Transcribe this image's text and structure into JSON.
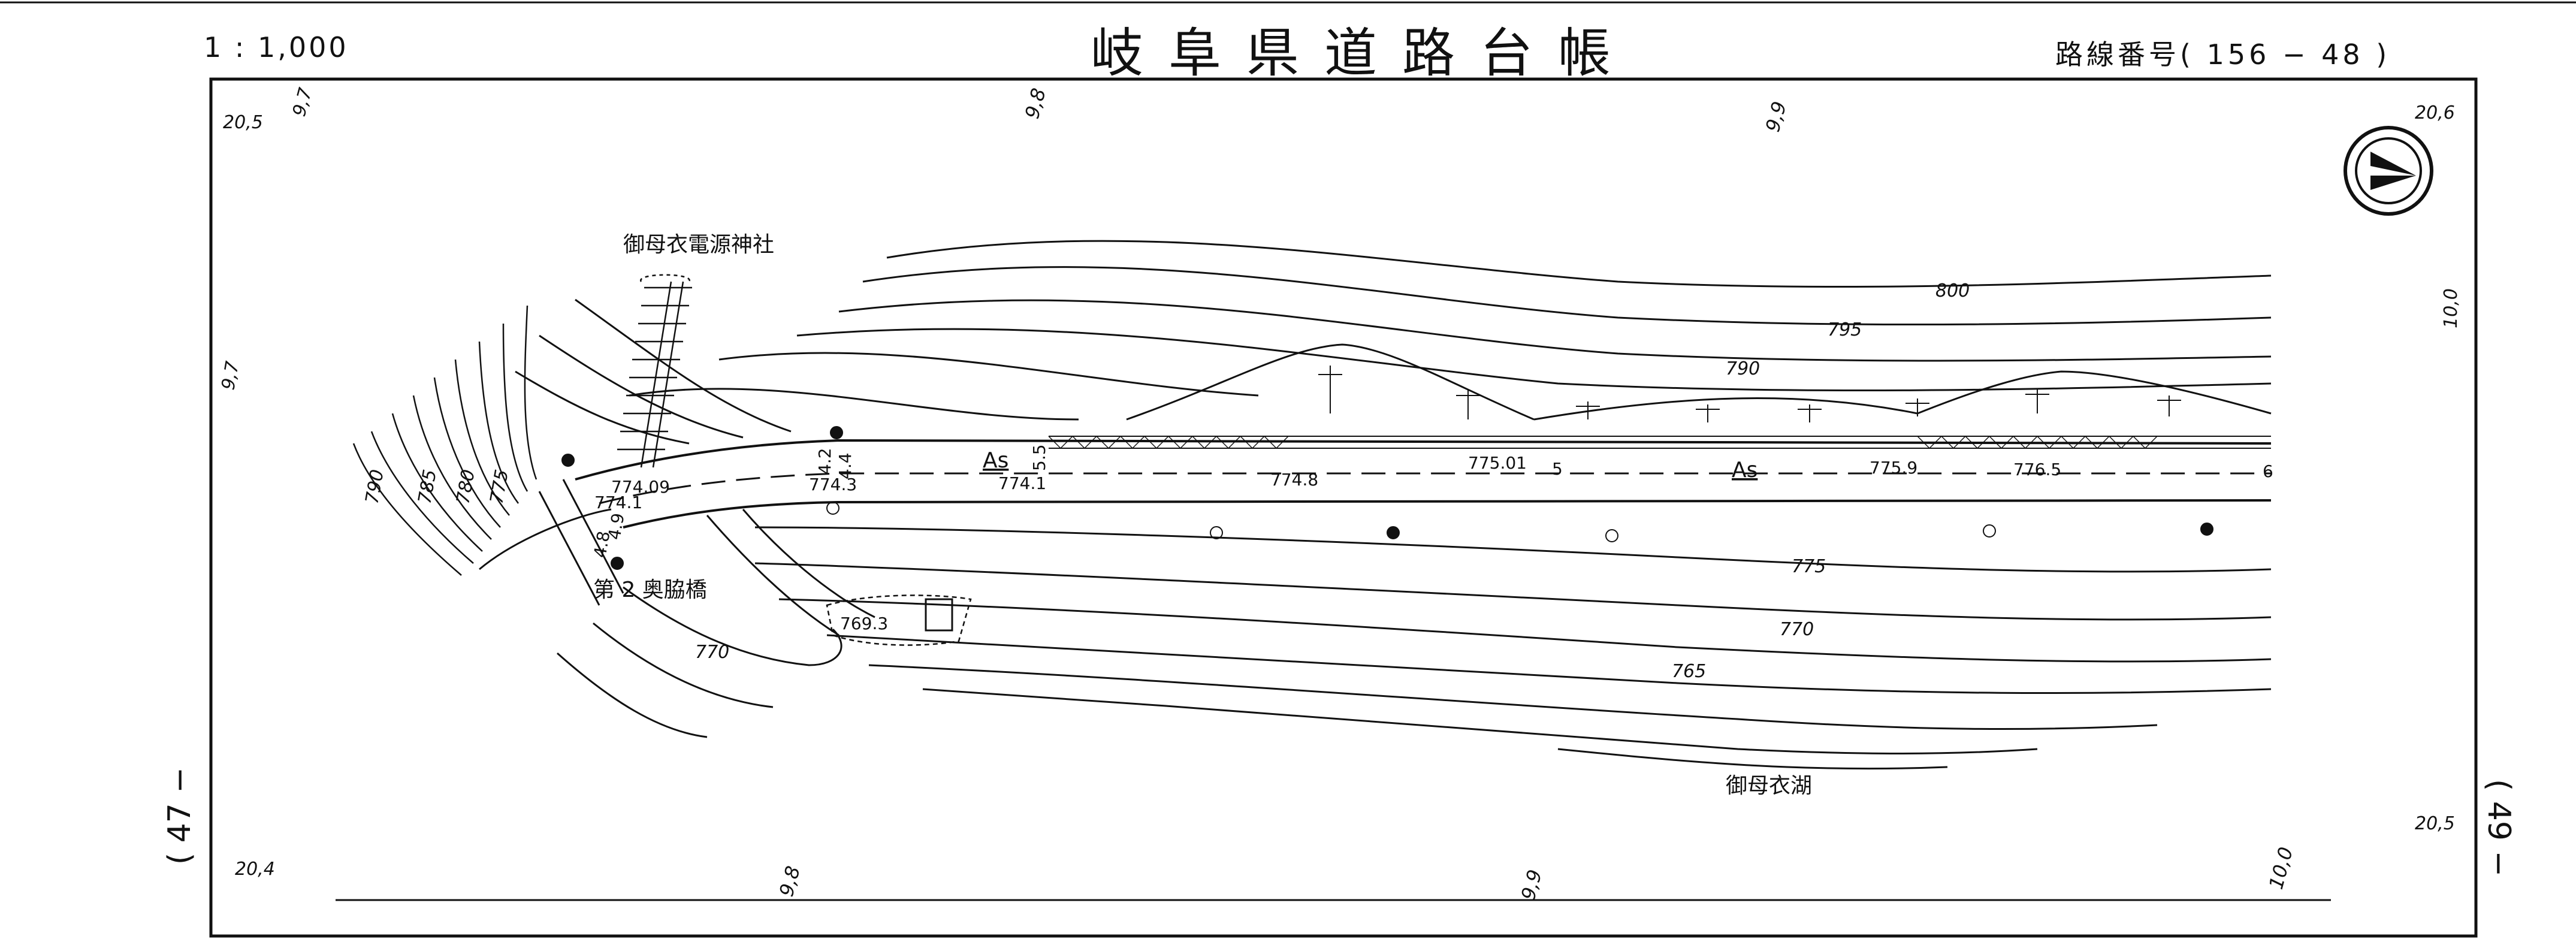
{
  "header": {
    "scale": "1 : 1,000",
    "title": "岐阜県道路台帳",
    "route": "路線番号( 156 − 48 )"
  },
  "page_refs": {
    "prev": "( 47 −",
    "next": "( 49 −"
  },
  "frame_labels": {
    "corner_top_left": "20,5",
    "corner_top_right": "20,6",
    "corner_bottom_left": "20,4",
    "corner_bottom_right": "20,5",
    "top_left_small": "9,7",
    "left_edge": "9,7",
    "right_edge": "10,0"
  },
  "stations": {
    "top": [
      "9,8",
      "9,9"
    ],
    "bottom": [
      "9,8",
      "9,9",
      "10,0"
    ]
  },
  "place_names": {
    "shrine": "御母衣電源神社",
    "bridge": "第 2 奥脇橋",
    "lake": "御母衣湖"
  },
  "contours": [
    "800",
    "795",
    "790",
    "790",
    "785",
    "780",
    "775",
    "775",
    "770",
    "770",
    "765"
  ],
  "elevations": [
    "774.09",
    "774.1",
    "774.3",
    "774.1",
    "774.8",
    "775.01",
    "775.9",
    "776.5",
    "769.3"
  ],
  "road_markers": {
    "pavement_1": "As",
    "pavement_2": "As",
    "widths": [
      "4.2",
      "4.4",
      "5.5",
      "5",
      "6",
      "4.9",
      "4.8"
    ]
  },
  "north_arrow": "north-arrow-icon",
  "colors": {
    "ink": "#111111",
    "paper": "#ffffff"
  }
}
